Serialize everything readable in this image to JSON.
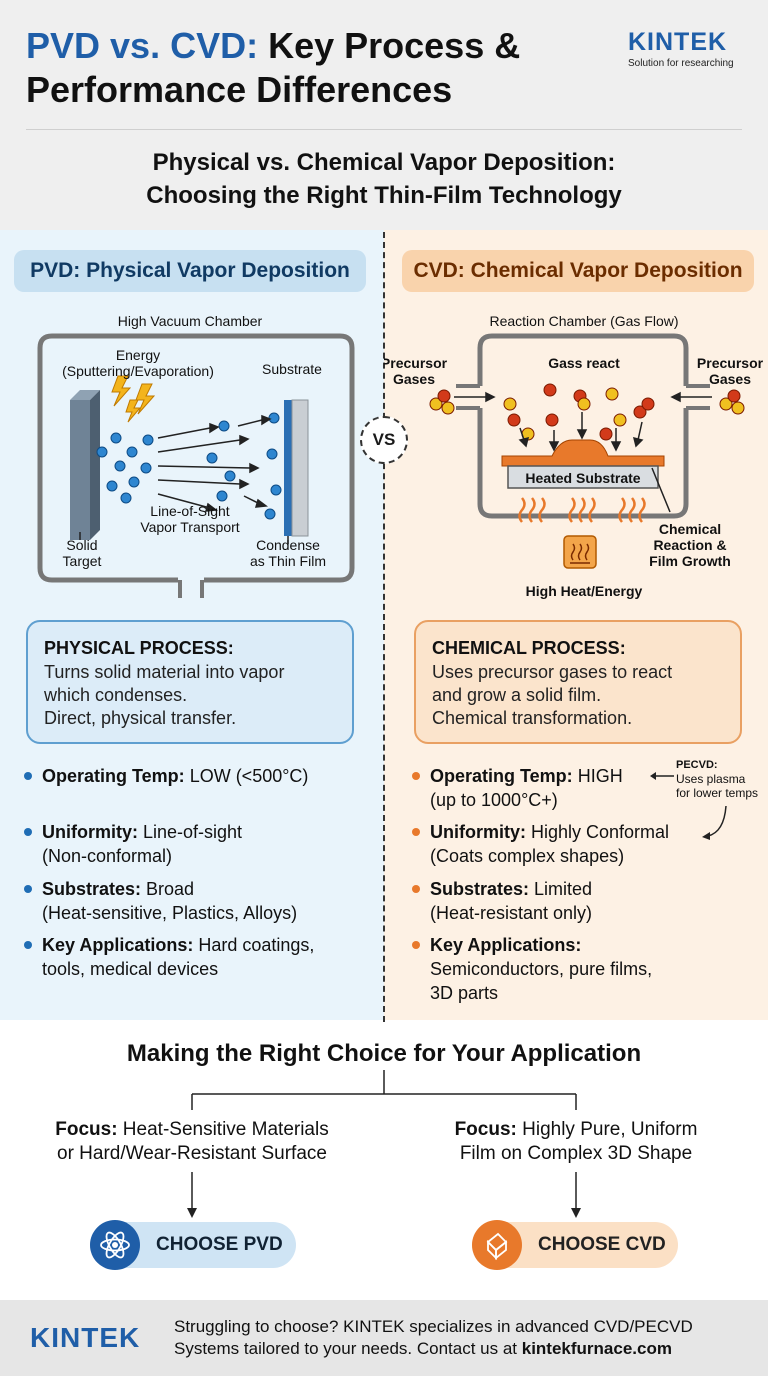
{
  "header": {
    "title_part1": "PVD vs. CVD:",
    "title_part2": " Key Process & Performance Differences",
    "subtitle_line1": "Physical vs. Chemical Vapor Deposition:",
    "subtitle_line2": "Choosing the Right Thin-Film Technology"
  },
  "logo": {
    "name": "KINTEK",
    "tagline": "Solution for researching"
  },
  "vs_label": "VS",
  "pvd": {
    "heading": "PVD: Physical Vapor Deposition",
    "diagram": {
      "chamber_label": "High Vacuum Chamber",
      "energy_label_1": "Energy",
      "energy_label_2": "(Sputtering/Evaporation)",
      "substrate_label": "Substrate",
      "transport_label_1": "Line-of-Sight",
      "transport_label_2": "Vapor Transport",
      "target_label_1": "Solid",
      "target_label_2": "Target",
      "condense_label_1": "Condense",
      "condense_label_2": "as Thin Film"
    },
    "process": {
      "heading": "PHYSICAL PROCESS:",
      "line1": "Turns solid material into vapor",
      "line2": "which condenses.",
      "line3": "Direct, physical transfer."
    },
    "bullets": [
      {
        "key": "Operating Temp:",
        "value": " LOW (<500°C)",
        "value2": ""
      },
      {
        "key": "Uniformity:",
        "value": " Line-of-sight",
        "value2": "(Non-conformal)"
      },
      {
        "key": "Substrates:",
        "value": " Broad",
        "value2": "(Heat-sensitive, Plastics, Alloys)"
      },
      {
        "key": "Key Applications:",
        "value": " Hard coatings,",
        "value2": "tools, medical devices"
      }
    ]
  },
  "cvd": {
    "heading": "CVD: Chemical Vapor Deposition",
    "diagram": {
      "chamber_label": "Reaction Chamber (Gas Flow)",
      "precursor_left_1": "Precursor",
      "precursor_left_2": "Gases",
      "gass_react": "Gass react",
      "precursor_right_1": "Precursor",
      "precursor_right_2": "Gases",
      "substrate_label": "Heated Substrate",
      "reaction_label_1": "Chemical",
      "reaction_label_2": "Reaction &",
      "reaction_label_3": "Film Growth",
      "heat_label": "High Heat/Energy"
    },
    "process": {
      "heading": "CHEMICAL PROCESS:",
      "line1": "Uses precursor gases to react",
      "line2": "and grow a solid film.",
      "line3": "Chemical transformation."
    },
    "bullets": [
      {
        "key": "Operating Temp:",
        "value": " HIGH",
        "value2": "(up to 1000°C+)"
      },
      {
        "key": "Uniformity:",
        "value": " Highly Conformal",
        "value2": "(Coats complex shapes)"
      },
      {
        "key": "Substrates:",
        "value": " Limited",
        "value2": "(Heat-resistant only)"
      },
      {
        "key": "Key Applications:",
        "value": "",
        "value2": "Semiconductors, pure films,",
        "value3": "3D parts"
      }
    ],
    "pecvd_title": "PECVD:",
    "pecvd_note_1": "Uses plasma",
    "pecvd_note_2": "for lower temps"
  },
  "choice": {
    "title": "Making the Right Choice for Your Application",
    "left_focus_key": "Focus:",
    "left_focus_1": " Heat-Sensitive Materials",
    "left_focus_2": "or Hard/Wear-Resistant Surface",
    "left_button": "CHOOSE PVD",
    "right_focus_key": "Focus:",
    "right_focus_1": " Highly Pure, Uniform",
    "right_focus_2": "Film on Complex 3D Shape",
    "right_button": "CHOOSE CVD"
  },
  "footer": {
    "logo": "KINTEK",
    "line1": "Struggling to choose? KINTEK specializes in advanced CVD/PECVD",
    "line2_pre": "Systems tailored to your needs. Contact us at ",
    "line2_link": "kintekfurnace.com"
  },
  "colors": {
    "pvd_blue": "#1f5ea8",
    "cvd_orange": "#e8792b"
  }
}
